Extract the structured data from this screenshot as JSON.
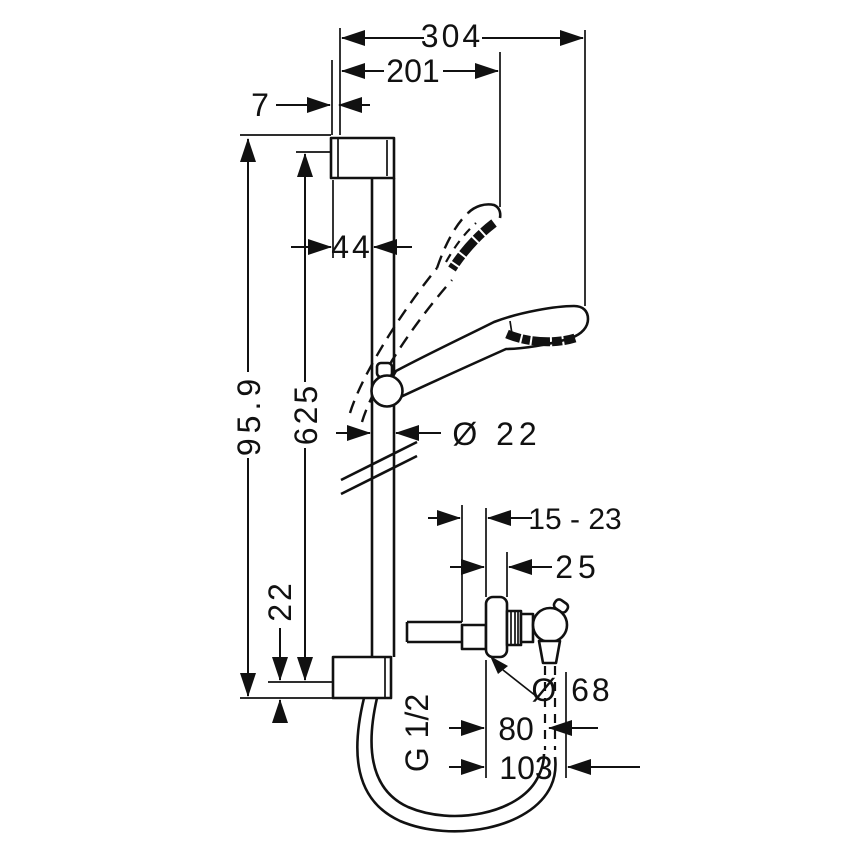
{
  "drawing": {
    "background": "#ffffff",
    "line_color": "#111111",
    "description": "Technical dimension drawing of a shower set: wall bar with sliding holder, hand shower shown lowered (solid) and raised (dashed), exposed mixer valve with escutcheon, supply pipe and shower hose loop."
  },
  "dims": {
    "overall_width": "304",
    "upper_offset": "201",
    "plate_thickness": "7",
    "wall_clearance": "44",
    "overall_height": "95.9",
    "bar_length": "625",
    "bar_diameter": "Ø 22",
    "install_depth_range": "15 - 23",
    "escutcheon_depth": "25",
    "lower_offset": "22",
    "escutcheon_diameter": "Ø 68",
    "hose_outlet_offset": "80",
    "hose_outlet_offset_max": "103",
    "connection_thread": "G 1/2"
  }
}
